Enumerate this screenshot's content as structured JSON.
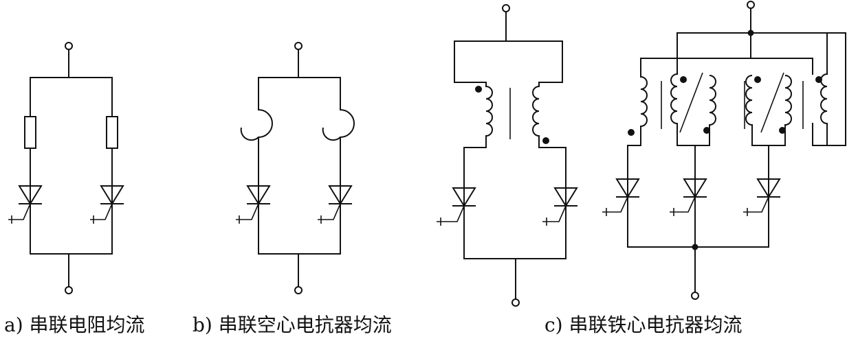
{
  "captions": {
    "a": "a) 串联电阻均流",
    "b": "b) 串联空心电抗器均流",
    "c": "c) 串联铁心电抗器均流"
  },
  "colors": {
    "line": "#111111",
    "background": "#ffffff"
  }
}
